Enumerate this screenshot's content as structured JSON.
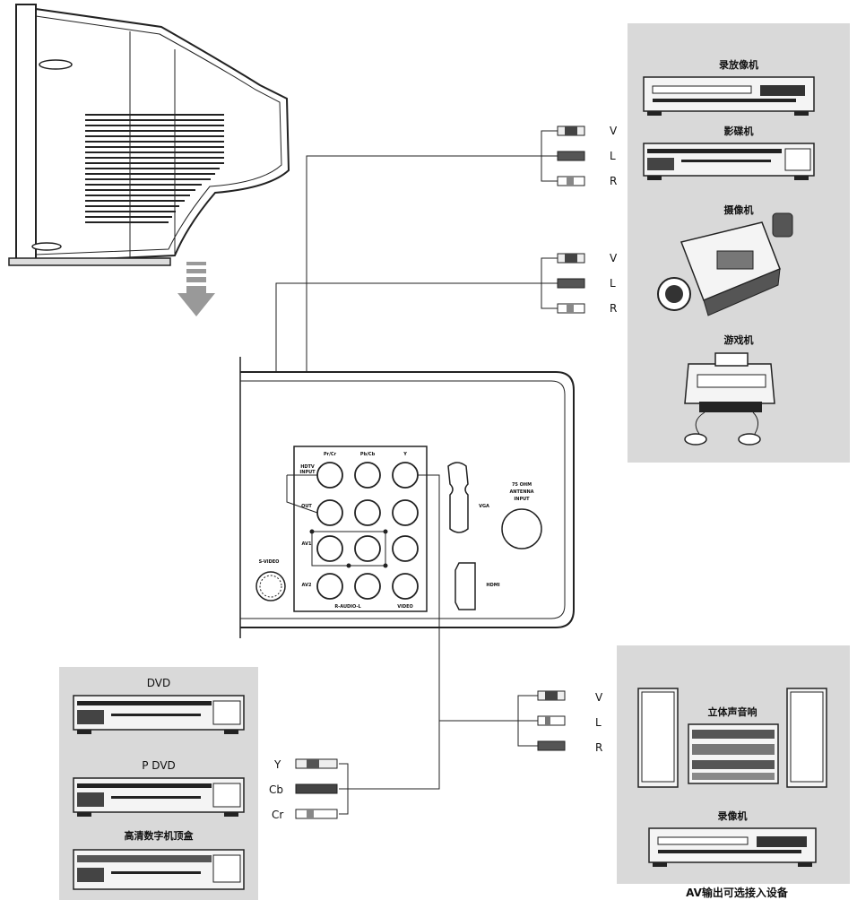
{
  "devices_top": {
    "vcr": "录放像机",
    "vcd": "影碟机",
    "camcorder": "摄像机",
    "game_console": "游戏机"
  },
  "devices_bottom_left": {
    "dvd": "DVD",
    "p_dvd": "P DVD",
    "hd_set_top_box": "高清数字机顶盒"
  },
  "devices_bottom_right": {
    "stereo": "立体声音响",
    "recorder": "录像机"
  },
  "caption": "AV输出可选接入设备",
  "cable_group_1": [
    "V",
    "L",
    "R"
  ],
  "cable_group_2": [
    "V",
    "L",
    "R"
  ],
  "cable_group_3": [
    "V",
    "L",
    "R"
  ],
  "component_cables": [
    "Y",
    "Cb",
    "Cr"
  ],
  "panel_labels": {
    "pr_cr": "Pr/Cr",
    "pb_cb": "Pb/Cb",
    "y": "Y",
    "hdtv_input": "HDTV",
    "hdtv_input2": "INPUT",
    "out": "OUT",
    "av1": "AV1",
    "av2": "AV2",
    "s_video": "S-VIDEO",
    "r_audio_l": "R-AUDIO-L",
    "video": "VIDEO",
    "vga": "VGA",
    "hdmi": "HDMI",
    "antenna_1": "75 OHM",
    "antenna_2": "ANTENNA",
    "antenna_3": "INPUT"
  }
}
